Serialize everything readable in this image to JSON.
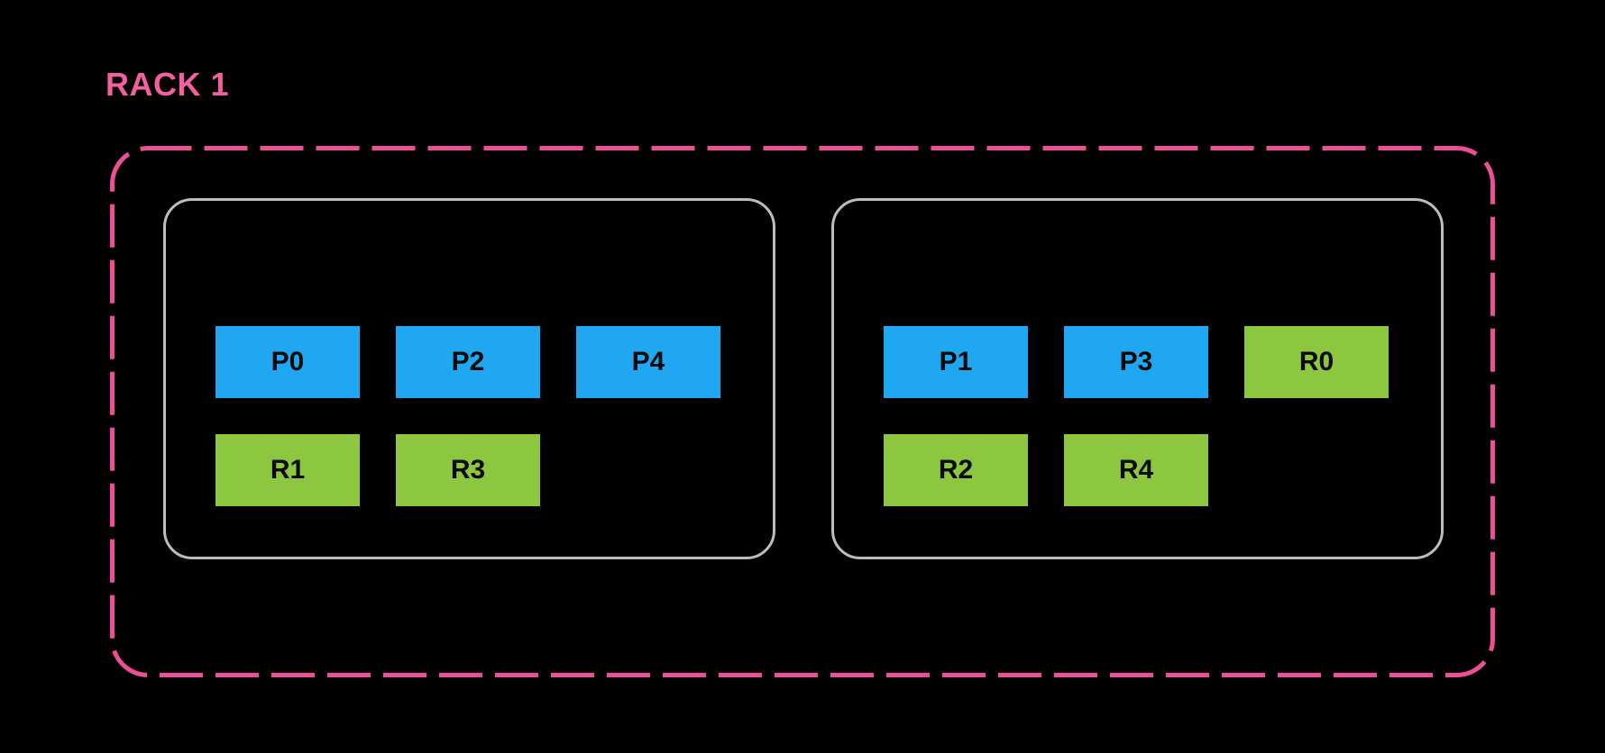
{
  "title": {
    "label": "RACK 1",
    "color": "#F2609F"
  },
  "colors": {
    "background": "#000000",
    "rack_border": "#EC4F96",
    "node_border": "#BDBDBD",
    "primary": "#1FA8F1",
    "replica": "#8DC63F",
    "box_text": "#0A0A0A"
  },
  "nodes": [
    {
      "id": "node-1",
      "rows": [
        [
          {
            "label": "P0",
            "kind": "primary"
          },
          {
            "label": "P2",
            "kind": "primary"
          },
          {
            "label": "P4",
            "kind": "primary"
          }
        ],
        [
          {
            "label": "R1",
            "kind": "replica"
          },
          {
            "label": "R3",
            "kind": "replica"
          }
        ]
      ]
    },
    {
      "id": "node-2",
      "rows": [
        [
          {
            "label": "P1",
            "kind": "primary"
          },
          {
            "label": "P3",
            "kind": "primary"
          },
          {
            "label": "R0",
            "kind": "replica"
          }
        ],
        [
          {
            "label": "R2",
            "kind": "replica"
          },
          {
            "label": "R4",
            "kind": "replica"
          }
        ]
      ]
    }
  ]
}
